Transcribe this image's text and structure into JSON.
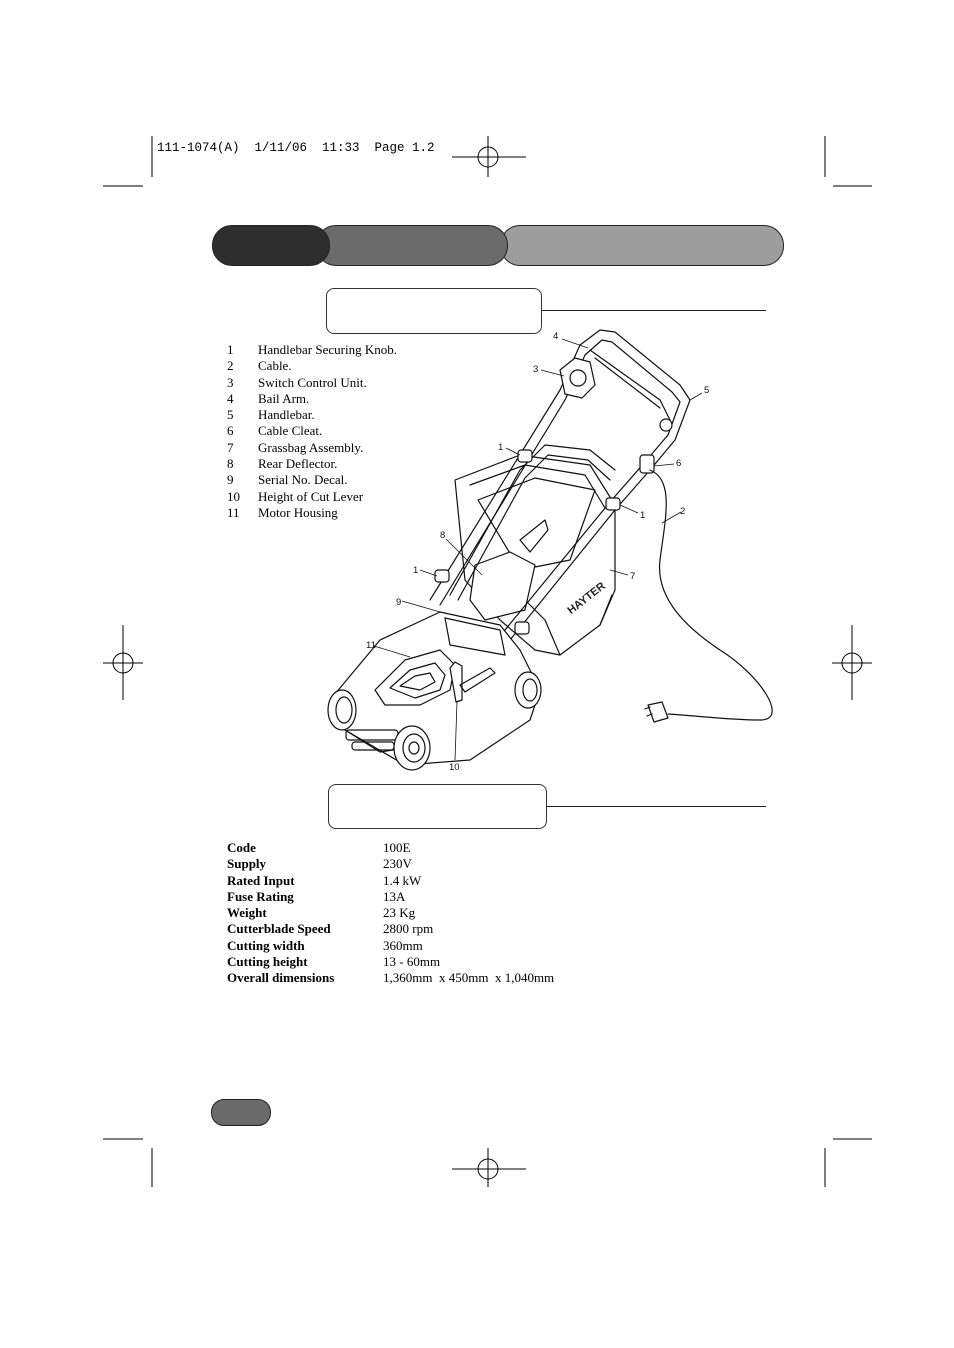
{
  "slug": "111-1074(A)  1/11/06  11:33  Page 1.2",
  "parts_list": [
    {
      "num": "1",
      "label": "Handlebar Securing Knob."
    },
    {
      "num": "2",
      "label": "Cable."
    },
    {
      "num": "3",
      "label": "Switch Control Unit."
    },
    {
      "num": "4",
      "label": "Bail Arm."
    },
    {
      "num": "5",
      "label": "Handlebar."
    },
    {
      "num": "6",
      "label": "Cable Cleat."
    },
    {
      "num": "7",
      "label": "Grassbag Assembly."
    },
    {
      "num": "8",
      "label": "Rear Deflector."
    },
    {
      "num": "9",
      "label": "Serial No. Decal."
    },
    {
      "num": "10",
      "label": "Height of Cut Lever"
    },
    {
      "num": "11",
      "label": "Motor Housing"
    }
  ],
  "diagram": {
    "callouts": [
      "4",
      "3",
      "5",
      "1",
      "6",
      "1",
      "2",
      "8",
      "7",
      "1",
      "9",
      "11",
      "10"
    ],
    "brand": "HAYTER"
  },
  "specs": [
    {
      "key": "Code",
      "value": "100E"
    },
    {
      "key": "Supply",
      "value": "230V"
    },
    {
      "key": "Rated Input",
      "value": "1.4 kW"
    },
    {
      "key": "Fuse Rating",
      "value": "13A"
    },
    {
      "key": "Weight",
      "value": "23 Kg"
    },
    {
      "key": "Cutterblade Speed",
      "value": "2800 rpm"
    },
    {
      "key": "Cutting width",
      "value": "360mm"
    },
    {
      "key": "Cutting height",
      "value": "13 - 60mm"
    },
    {
      "key": "Overall dimensions",
      "value": "1,360mm  x 450mm  x 1,040mm"
    }
  ],
  "colors": {
    "tab_dark": "#2e2e2e",
    "tab_mid": "#6b6b6b",
    "tab_light": "#9d9d9d",
    "badge": "#6a6a6a"
  }
}
